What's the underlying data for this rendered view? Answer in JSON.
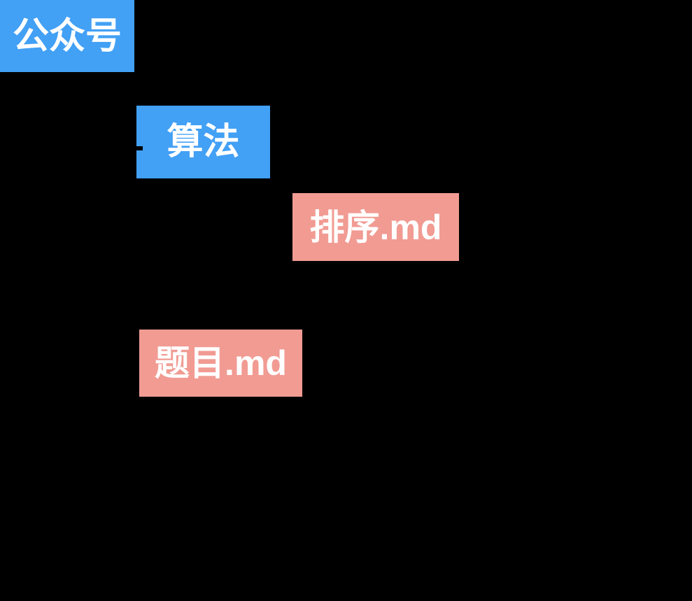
{
  "diagram": {
    "type": "file-tree",
    "palette": {
      "background": "#000000",
      "folder_fill": "#42A0F5",
      "file_fill": "#F19B93",
      "text_color": "#FFFFFF",
      "connector_color": "#000000"
    },
    "nodes": [
      {
        "label": "公众号",
        "kind": "folder",
        "indent_level": 0
      },
      {
        "label": "算法",
        "kind": "folder",
        "indent_level": 1
      },
      {
        "label": "排序.md",
        "kind": "file",
        "indent_level": 2
      },
      {
        "label": "题目.md",
        "kind": "file",
        "indent_level": 1
      }
    ]
  }
}
